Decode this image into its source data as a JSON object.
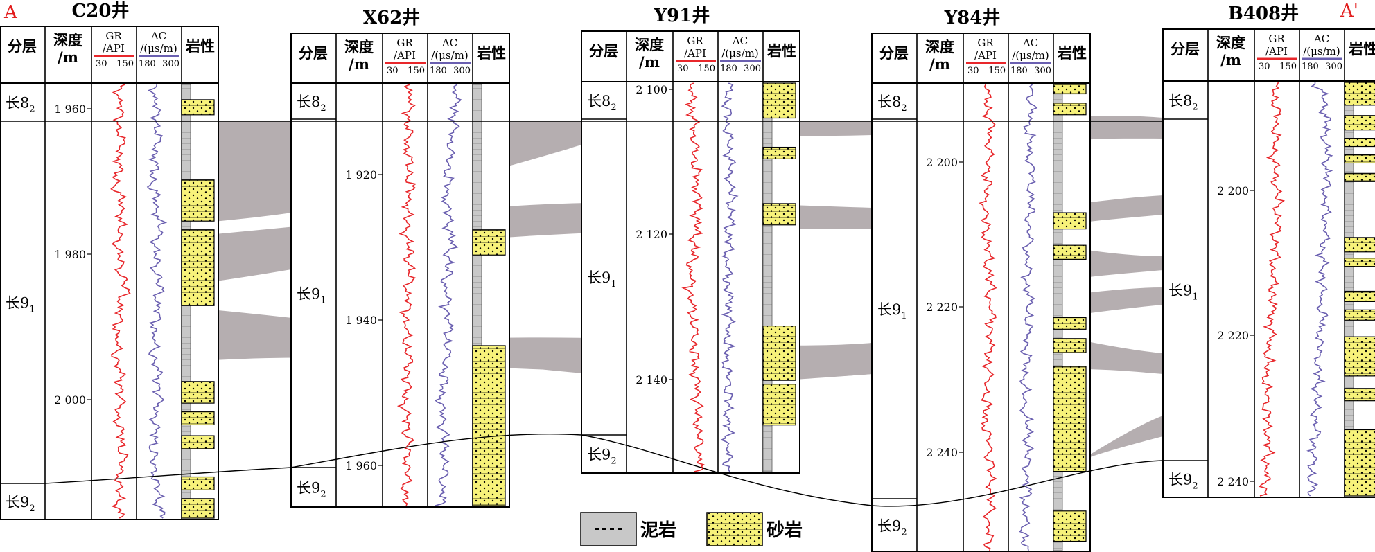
{
  "section": {
    "end_left": "A",
    "end_right": "A'",
    "end_color": "#e21d1d"
  },
  "headers": {
    "zone": "分层",
    "depth_line1": "深度",
    "depth_line2": "/m",
    "gr_line1": "GR",
    "gr_line2": "/API",
    "gr_min": "30",
    "gr_max": "150",
    "ac_line1": "AC",
    "ac_line2": "/(μs/m)",
    "ac_min": "180",
    "ac_max": "300",
    "lith": "岩性"
  },
  "colors": {
    "gr_curve": "#e8272b",
    "ac_curve": "#6a5fb0",
    "sand_fill": "#f7f27a",
    "mud_fill": "#c8c8c8",
    "correlation_band": "#b5aeb0"
  },
  "zone_names": {
    "c82_base": "长8",
    "c82_sub": "2",
    "c91_base": "长9",
    "c91_sub": "1",
    "c92_base": "长9",
    "c92_sub": "2"
  },
  "wells": [
    {
      "name": "C20井",
      "depth_ticks": [
        "1 960",
        "1 980",
        "2 000"
      ],
      "gr_trend": [
        60,
        64,
        62,
        66,
        60,
        55,
        70,
        62,
        58,
        65,
        75,
        60,
        58,
        55,
        62,
        68,
        60,
        64,
        70,
        62,
        58,
        66
      ],
      "ac_trend": [
        40,
        42,
        48,
        44,
        40,
        36,
        46,
        52,
        40,
        44,
        50,
        46,
        40,
        38,
        46,
        52,
        44,
        40,
        36,
        42,
        46,
        60
      ],
      "sand_beds": [
        [
          0.035,
          0.07
        ],
        [
          0.22,
          0.315
        ],
        [
          0.335,
          0.51
        ],
        [
          0.685,
          0.735
        ],
        [
          0.755,
          0.785
        ],
        [
          0.81,
          0.84
        ],
        [
          0.905,
          0.935
        ],
        [
          0.955,
          1.0
        ]
      ]
    },
    {
      "name": "X62井",
      "depth_ticks": [
        "1 920",
        "1 940",
        "1 960"
      ],
      "gr_trend": [
        62,
        60,
        58,
        55,
        60,
        62,
        58,
        52,
        56,
        60,
        58,
        54,
        52,
        55,
        58,
        55,
        50,
        54,
        58,
        54,
        52,
        50
      ],
      "ac_trend": [
        60,
        64,
        58,
        52,
        48,
        44,
        42,
        48,
        52,
        44,
        40,
        42,
        48,
        44,
        40,
        36,
        30,
        34,
        38,
        36,
        34,
        30
      ],
      "sand_beds": [
        [
          0.345,
          0.405
        ],
        [
          0.62,
          1.0
        ]
      ]
    },
    {
      "name": "Y91井",
      "depth_ticks": [
        "2 100",
        "2 120",
        "2 140"
      ],
      "gr_trend": [
        40,
        42,
        45,
        48,
        50,
        52,
        55,
        54,
        50,
        45,
        40,
        38,
        42,
        46,
        48,
        50,
        52,
        54,
        55,
        56,
        58,
        60
      ],
      "ac_trend": [
        25,
        22,
        20,
        24,
        28,
        26,
        30,
        28,
        24,
        22,
        20,
        22,
        26,
        24,
        22,
        20,
        22,
        24,
        22,
        20,
        22,
        24
      ],
      "sand_beds": [
        [
          0.0,
          0.09
        ],
        [
          0.165,
          0.195
        ],
        [
          0.31,
          0.365
        ],
        [
          0.625,
          0.765
        ],
        [
          0.775,
          0.88
        ]
      ]
    },
    {
      "name": "Y84井",
      "depth_ticks": [
        "2 200",
        "2 220",
        "2 240"
      ],
      "gr_trend": [
        50,
        56,
        60,
        58,
        55,
        50,
        48,
        52,
        55,
        58,
        60,
        62,
        58,
        55,
        52,
        50,
        55,
        60,
        62,
        58,
        55,
        60
      ],
      "ac_trend": [
        55,
        50,
        45,
        48,
        52,
        50,
        46,
        44,
        40,
        42,
        46,
        44,
        40,
        38,
        36,
        40,
        44,
        42,
        40,
        38,
        36,
        40
      ],
      "sand_beds": [
        [
          0.0,
          0.02
        ],
        [
          0.04,
          0.065
        ],
        [
          0.275,
          0.31
        ],
        [
          0.345,
          0.375
        ],
        [
          0.5,
          0.525
        ],
        [
          0.545,
          0.575
        ],
        [
          0.605,
          0.83
        ],
        [
          0.915,
          0.98
        ]
      ]
    },
    {
      "name": "B408井",
      "depth_ticks": [
        "2 200",
        "2 220",
        "2 240"
      ],
      "gr_trend": [
        45,
        48,
        50,
        46,
        44,
        48,
        52,
        50,
        46,
        44,
        40,
        42,
        38,
        35,
        30,
        28,
        26,
        28,
        30,
        28,
        26,
        24
      ],
      "ac_trend": [
        40,
        55,
        60,
        58,
        62,
        60,
        56,
        58,
        55,
        50,
        52,
        48,
        50,
        46,
        44,
        40,
        38,
        36,
        34,
        30,
        28,
        26
      ],
      "sand_beds": [
        [
          0.0,
          0.055
        ],
        [
          0.08,
          0.115
        ],
        [
          0.135,
          0.155
        ],
        [
          0.175,
          0.195
        ],
        [
          0.22,
          0.24
        ],
        [
          0.375,
          0.41
        ],
        [
          0.425,
          0.445
        ],
        [
          0.505,
          0.53
        ],
        [
          0.55,
          0.575
        ],
        [
          0.615,
          0.71
        ],
        [
          0.74,
          0.77
        ],
        [
          0.84,
          1.0
        ]
      ]
    }
  ],
  "legend": {
    "mudstone": "泥岩",
    "sandstone": "砂岩"
  }
}
